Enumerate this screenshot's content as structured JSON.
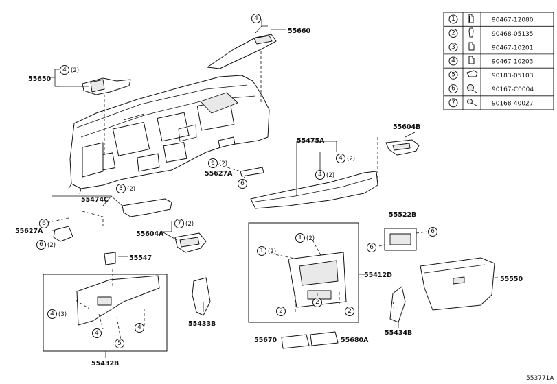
{
  "catalog_number": "553771A",
  "fastener_table": [
    {
      "ref": "1",
      "part": "90467-12080"
    },
    {
      "ref": "2",
      "part": "90468-05135"
    },
    {
      "ref": "3",
      "part": "90467-10201"
    },
    {
      "ref": "4",
      "part": "90467-10203"
    },
    {
      "ref": "5",
      "part": "90183-05103"
    },
    {
      "ref": "6",
      "part": "90167-C0004"
    },
    {
      "ref": "7",
      "part": "90168-40027"
    }
  ],
  "parts": {
    "p55660": "55660",
    "p55650": "55650",
    "p55604B": "55604B",
    "p55475A": "55475A",
    "p55627A_a": "55627A",
    "p55474C": "55474C",
    "p55627A_b": "55627A",
    "p55604A": "55604A",
    "p55522B": "55522B",
    "p55547": "55547",
    "p55412D": "55412D",
    "p55550": "55550",
    "p55433B": "55433B",
    "p55434B": "55434B",
    "p55432B": "55432B",
    "p55670": "55670",
    "p55680A": "55680A"
  },
  "callouts": {
    "c1": "4",
    "c2": "4",
    "q2": "(2)",
    "c3": "4",
    "q3": "(2)",
    "c4": "6",
    "q4": "(2)",
    "c5": "6",
    "c6": "4",
    "q6": "(2)",
    "c7": "3",
    "q7": "(2)",
    "c8": "6",
    "c9": "6",
    "q9": "(2)",
    "c10": "7",
    "q10": "(2)",
    "c11": "1",
    "q11": "(2)",
    "c12": "1",
    "q12": "(2)",
    "c13": "6",
    "c14": "6",
    "c15": "2",
    "c16": "2",
    "c17": "2",
    "c18": "4",
    "q18": "(3)",
    "c19": "4",
    "c20": "5",
    "c21": "4"
  }
}
